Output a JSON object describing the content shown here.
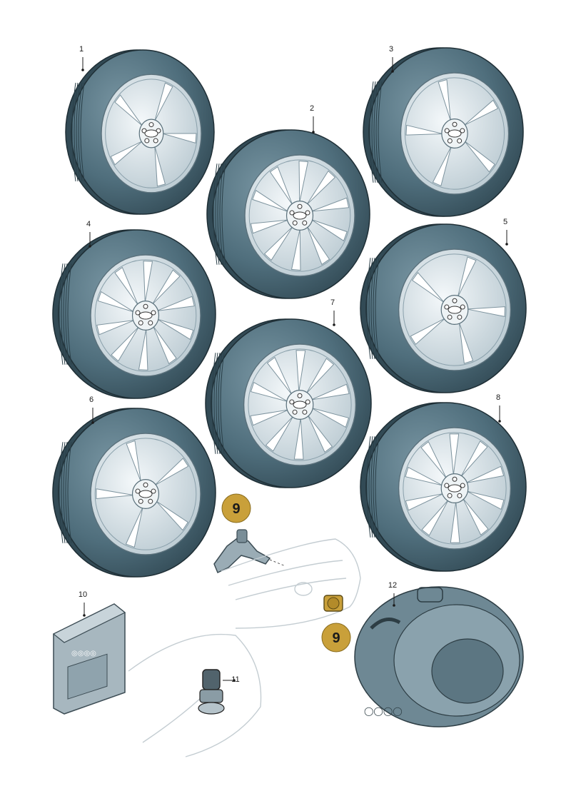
{
  "callouts": [
    {
      "id": "c1",
      "label": "1"
    },
    {
      "id": "c2",
      "label": "2"
    },
    {
      "id": "c3",
      "label": "3"
    },
    {
      "id": "c4",
      "label": "4"
    },
    {
      "id": "c5",
      "label": "5"
    },
    {
      "id": "c6",
      "label": "6"
    },
    {
      "id": "c7",
      "label": "7"
    },
    {
      "id": "c8",
      "label": "8"
    },
    {
      "id": "c10",
      "label": "10"
    },
    {
      "id": "c11",
      "label": "11"
    },
    {
      "id": "c12",
      "label": "12"
    }
  ],
  "badges": [
    {
      "id": "b9a",
      "label": "9"
    },
    {
      "id": "b9b",
      "label": "9"
    }
  ],
  "colors": {
    "tire": "#4f6e7c",
    "tire_dark": "#324a55",
    "tire_light": "#7895a2",
    "rim": "#d9e3e8",
    "rim_shadow": "#a8bac3",
    "badge": "#c9a03a",
    "line": "#1b1b1b",
    "ghost": "#c4cdd2"
  }
}
